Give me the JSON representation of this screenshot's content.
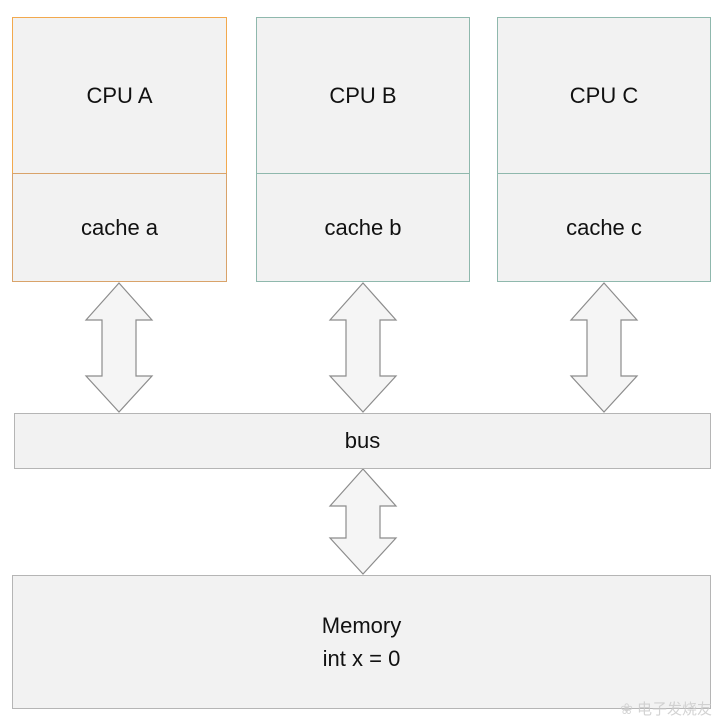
{
  "cpus": [
    {
      "cpu_label": "CPU A",
      "cache_label": "cache a"
    },
    {
      "cpu_label": "CPU B",
      "cache_label": "cache b"
    },
    {
      "cpu_label": "CPU C",
      "cache_label": "cache c"
    }
  ],
  "bus": {
    "label": "bus"
  },
  "memory": {
    "title": "Memory",
    "value": "int x = 0"
  },
  "watermark": {
    "text": "电子发烧友"
  },
  "colors": {
    "box_fill": "#f2f2f2",
    "cpu_a_border": "#f2a94e",
    "cpu_bc_border": "#8fb8ad",
    "arrow_fill": "#f5f5f5",
    "arrow_stroke": "#8c8c8c"
  }
}
